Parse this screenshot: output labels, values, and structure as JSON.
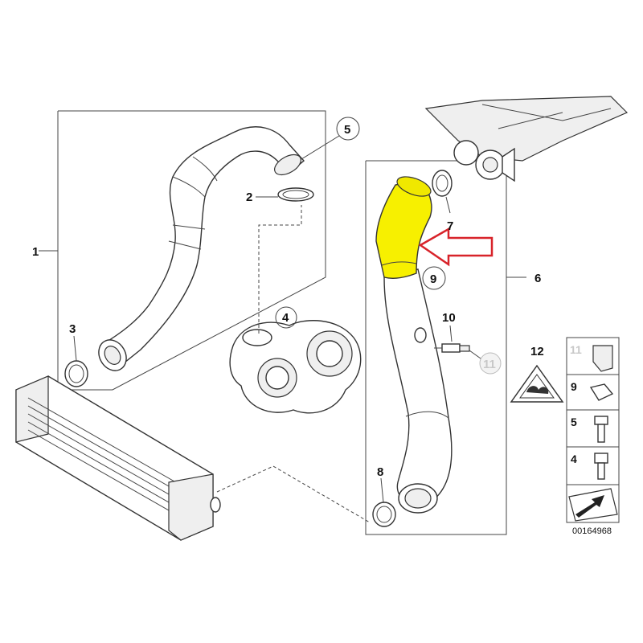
{
  "callouts": {
    "c1": "1",
    "c2": "2",
    "c3": "3",
    "c4": "4",
    "c5": "5",
    "c6": "6",
    "c7": "7",
    "c8": "8",
    "c9": "9",
    "c10": "10",
    "c11": "11",
    "c12": "12"
  },
  "side_panel": {
    "items": [
      "11",
      "9",
      "5",
      "4"
    ]
  },
  "reference_number": "00164968",
  "colors": {
    "highlight": "#f7f000",
    "arrow": "#d8232a",
    "line": "#333333"
  }
}
